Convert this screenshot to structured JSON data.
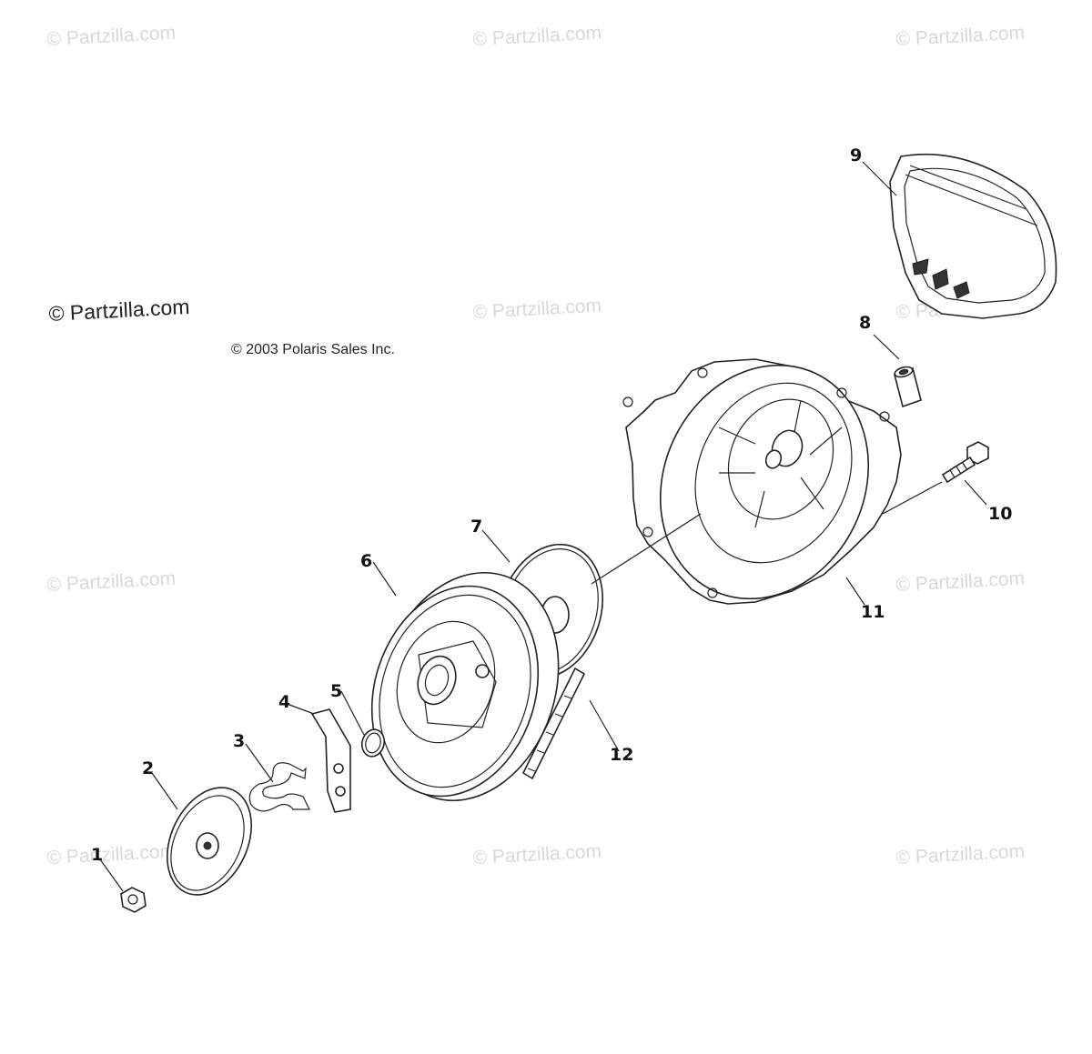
{
  "watermark": "© Partzilla.com",
  "main_watermark": "© Partzilla.com",
  "copyright": "© 2003 Polaris Sales Inc.",
  "callouts": {
    "c1": "1",
    "c2": "2",
    "c3": "3",
    "c4": "4",
    "c5": "5",
    "c6": "6",
    "c7": "7",
    "c8": "8",
    "c9": "9",
    "c10": "10",
    "c11": "11",
    "c12": "12"
  }
}
